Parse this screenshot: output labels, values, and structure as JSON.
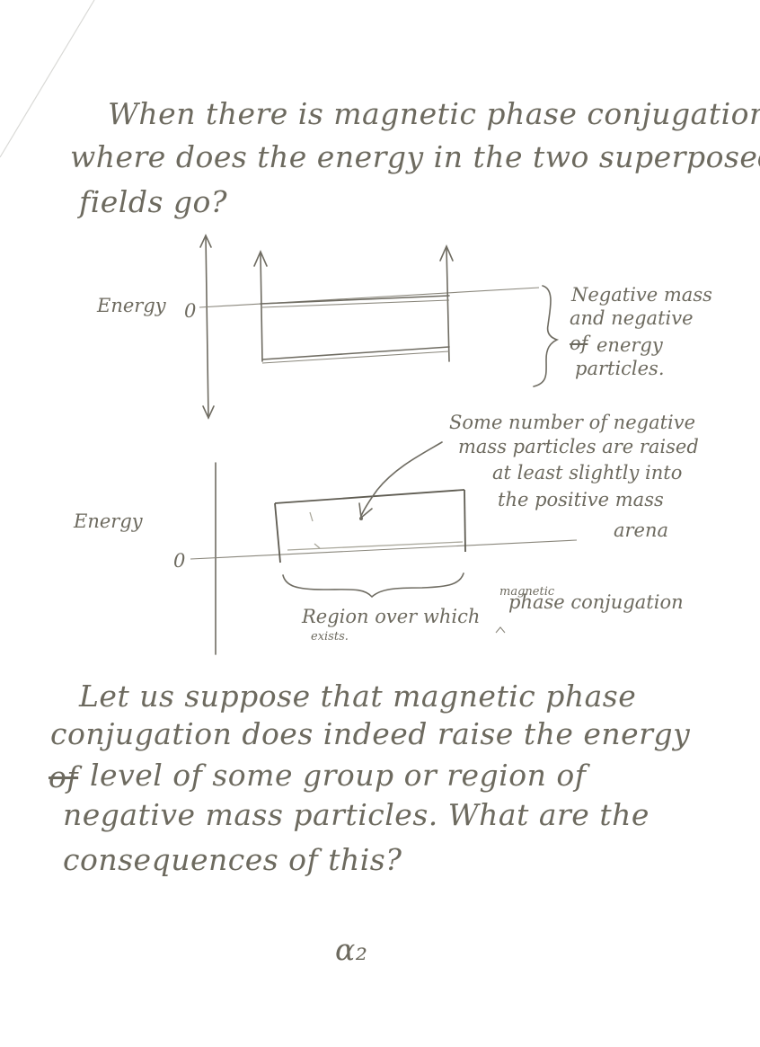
{
  "question": {
    "line1": "When there is magnetic phase conjugation,",
    "line2": "where does the energy in the two superposed",
    "line3": "fields go?"
  },
  "diagram_top": {
    "axis_label": "Energy",
    "zero_label": "0",
    "annotation": {
      "line1": "Negative mass",
      "line2": "and negative",
      "strike": "of",
      "line3": "energy",
      "line4": "particles."
    }
  },
  "diagram_bottom": {
    "axis_label": "Energy",
    "zero_label": "0",
    "annotation": {
      "line1": "Some number of negative",
      "line2": "mass particles are raised",
      "line3": "at least slightly into",
      "line4": "the positive mass",
      "line5": "arena"
    },
    "region_label": {
      "main": "Region over which",
      "inserted": "magnetic",
      "tail": "phase conjugation",
      "second": "exists."
    }
  },
  "paragraph": {
    "line1": "Let us suppose that magnetic phase",
    "line2": "conjugation does indeed raise the energy",
    "line3_strike": "of",
    "line3": "level of some group or region of",
    "line4": "negative mass particles. What are the",
    "line5": "consequences of this?"
  },
  "page_number": "α₂"
}
